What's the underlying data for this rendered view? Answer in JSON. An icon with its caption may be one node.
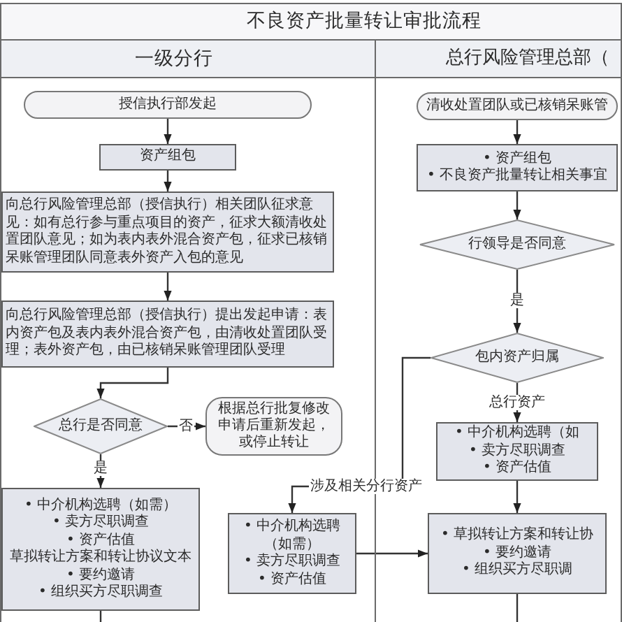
{
  "diagram": {
    "title": "不良资产批量转让审批流程",
    "nodes": [
      {
        "text": [
          "一级分行"
        ]
      },
      {
        "text": [
          "授信执行部发起"
        ],
        "in": 0
      },
      {
        "text": [
          "资产组包"
        ],
        "in": 0
      },
      {
        "text": [
          "向总行风险管理总部（授信执行）相关团队征求意见：如有总行参与重点项目的资产，征求大额清收处置团队意见；如为表内表外混合资产包，征求已核销呆账管理团队同意表外资产入包的意见"
        ],
        "in": 0
      },
      {
        "text": [
          "向总行风险管理总部（授信执行）提出发起申请：表内资产包及表内表外混合资产包，由清收处置团队受理；表外资产包，由已核销呆账管理团队受理"
        ],
        "in": 0
      },
      {
        "text": [
          "总行是否同意"
        ],
        "in": 0
      },
      {
        "text": [
          "根据总行批复修改申请后重新发起，或停止转让"
        ],
        "in": 0
      },
      {
        "text": [
          "• 中介机构选聘（如需）",
          "• 卖方尽职调查",
          "• 资产估值",
          "草拟转让方案和转让协议文本",
          "• 要约邀请",
          "• 组织买方尽职调查"
        ],
        "in": 0
      },
      {
        "text": [
          "• 中介机构选聘（如需）",
          "• 卖方尽职调查",
          "• 资产估值"
        ],
        "in": 0
      },
      {
        "text": [
          "总行风险管理总部（"
        ]
      },
      {
        "text": [
          "清收处置团队或已核销呆账管"
        ],
        "in": 9
      },
      {
        "text": [
          "• 资产组包",
          "• 不良资产批量转让相关事宜"
        ],
        "in": 9
      },
      {
        "text": [
          "行领导是否同意"
        ],
        "in": 9
      },
      {
        "text": [
          "包内资产归属"
        ],
        "in": 9
      },
      {
        "text": [
          "• 中介机构选聘（如",
          "• 卖方尽职调查",
          "• 资产估值"
        ],
        "in": 9
      },
      {
        "text": [
          "• 草拟转让方案和转让协",
          "• 要约邀请",
          "• 组织买方尽职调"
        ],
        "in": 9
      }
    ],
    "edges": [
      {
        "from": 1,
        "to": 2,
        "arrow": "to"
      },
      {
        "from": 2,
        "to": 3,
        "arrow": "to"
      },
      {
        "from": 3,
        "to": 4,
        "arrow": "to"
      },
      {
        "from": 4,
        "to": 5,
        "arrow": "to"
      },
      {
        "from": 5,
        "to": 6,
        "arrow": "to",
        "label": "否"
      },
      {
        "from": 5,
        "to": 7,
        "arrow": "to",
        "label": "是"
      },
      {
        "from": 7,
        "to": null,
        "arrow": "none"
      },
      {
        "from": 10,
        "to": 11,
        "arrow": "to"
      },
      {
        "from": 11,
        "to": 12,
        "arrow": "to"
      },
      {
        "from": 12,
        "to": 13,
        "arrow": "to",
        "label": "是"
      },
      {
        "from": 13,
        "to": 8,
        "arrow": "to",
        "label": "涉及相关分行资产"
      },
      {
        "from": 13,
        "to": 14,
        "arrow": "to",
        "label": "总行资产"
      },
      {
        "from": 8,
        "to": 15,
        "arrow": "to"
      },
      {
        "from": 14,
        "to": 15,
        "arrow": "to"
      },
      {
        "from": 15,
        "to": null,
        "arrow": "none"
      }
    ]
  }
}
